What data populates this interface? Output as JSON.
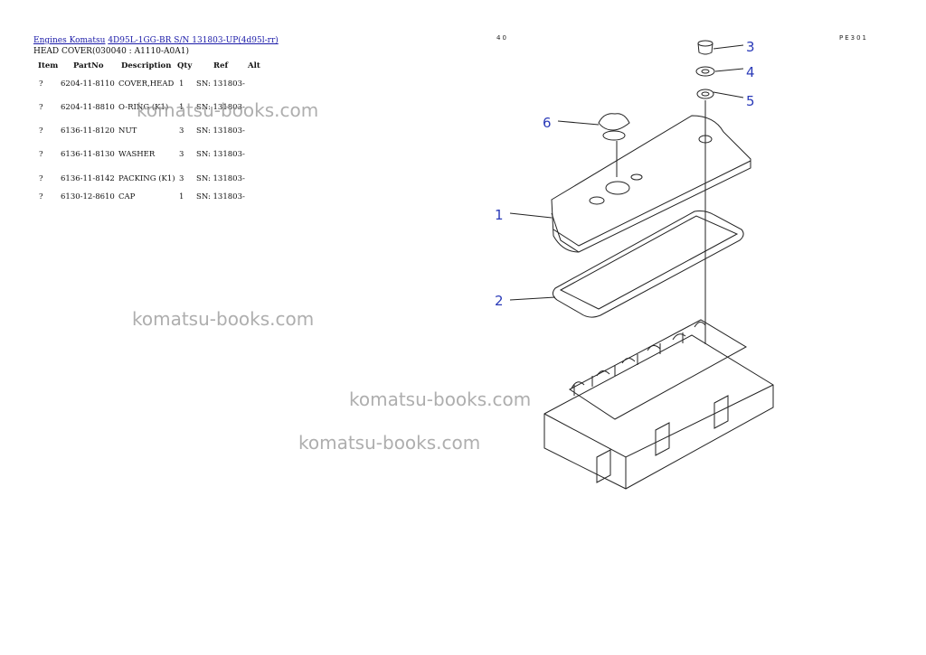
{
  "breadcrumb": {
    "link1": "Engines Komatsu",
    "link2": "4D95L-1GG-BR S/N 131803-UP(4d95l-rr)"
  },
  "section_title": "HEAD COVER(030040 : A1110-A0A1)",
  "table": {
    "headers": {
      "item": "Item",
      "partno": "PartNo",
      "description": "Description",
      "qty": "Qty",
      "ref": "Ref",
      "alt": "Alt"
    },
    "rows": [
      {
        "item": "?",
        "partno": "6204-11-8110",
        "description": "COVER,HEAD",
        "qty": "1",
        "ref": "SN: 131803-"
      },
      {
        "item": "?",
        "partno": "6204-11-8810",
        "description": "O-RING (K1)",
        "qty": "1",
        "ref": "SN: 131803-"
      },
      {
        "item": "?",
        "partno": "6136-11-8120",
        "description": "NUT",
        "qty": "3",
        "ref": "SN: 131803-"
      },
      {
        "item": "?",
        "partno": "6136-11-8130",
        "description": "WASHER",
        "qty": "3",
        "ref": "SN: 131803-"
      },
      {
        "item": "?",
        "partno": "6136-11-8142",
        "description": "PACKING (K1)",
        "qty": "3",
        "ref": "SN: 131803-"
      },
      {
        "item": "?",
        "partno": "6130-12-8610",
        "description": "CAP",
        "qty": "1",
        "ref": "SN: 131803-"
      }
    ]
  },
  "page_marks": {
    "left": "40",
    "right": "PE301"
  },
  "callouts": [
    "1",
    "2",
    "3",
    "4",
    "5",
    "6"
  ],
  "watermark": "komatsu-books.com",
  "colors": {
    "link": "#1a1aa8",
    "callout": "#2a3ab8",
    "watermark": "#9a9a9a"
  }
}
